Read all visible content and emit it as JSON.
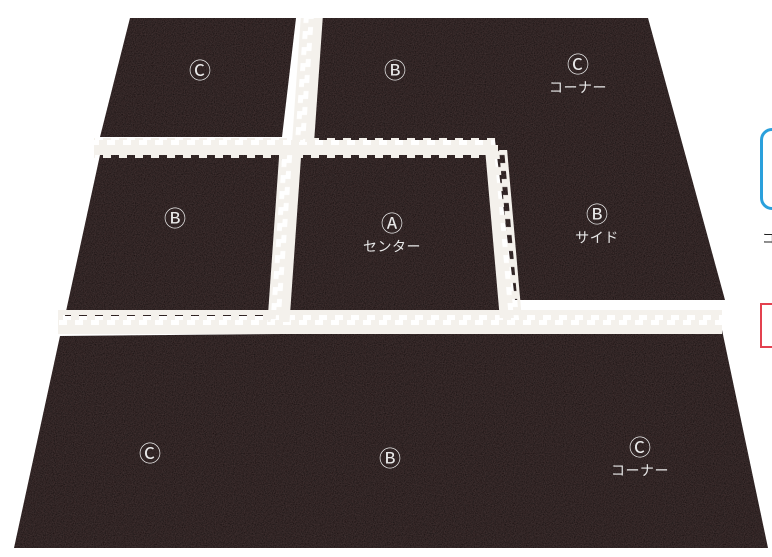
{
  "colors": {
    "mat": "#100808",
    "joint": "#f4f1ec",
    "label": "#e8e8e8",
    "accent_blue": "#2aa0dc",
    "accent_red": "#e3414f"
  },
  "tiles": [
    {
      "id": "top-left",
      "letter": "Ⓒ",
      "sub": ""
    },
    {
      "id": "top-middle",
      "letter": "Ⓑ",
      "sub": ""
    },
    {
      "id": "top-right",
      "letter": "Ⓒ",
      "sub": "コーナー"
    },
    {
      "id": "middle-left",
      "letter": "Ⓑ",
      "sub": ""
    },
    {
      "id": "center",
      "letter": "Ⓐ",
      "sub": "センター"
    },
    {
      "id": "middle-right",
      "letter": "Ⓑ",
      "sub": "サイド"
    },
    {
      "id": "bottom-left",
      "letter": "Ⓒ",
      "sub": ""
    },
    {
      "id": "bottom-middle",
      "letter": "Ⓑ",
      "sub": ""
    },
    {
      "id": "bottom-right",
      "letter": "Ⓒ",
      "sub": "コーナー"
    }
  ],
  "side_panel": {
    "icon": "rounded-rect-blue-outline",
    "partial_text": "コ",
    "box": "red-outline-box"
  }
}
